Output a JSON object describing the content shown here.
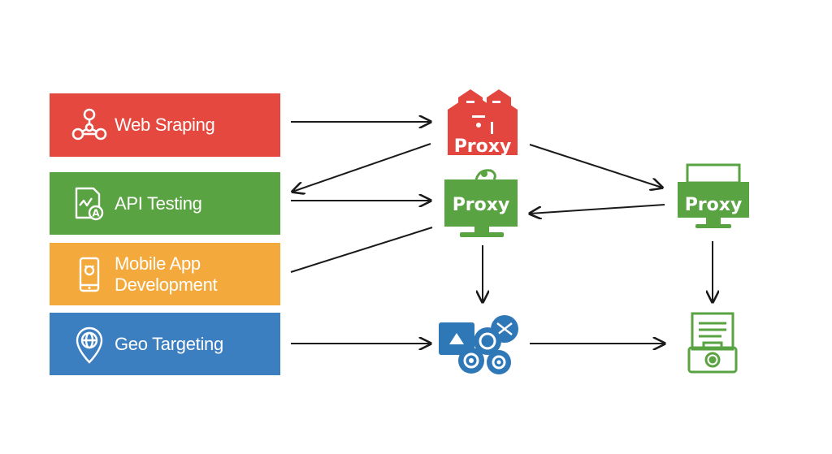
{
  "colors": {
    "red": "#e5483f",
    "green": "#5aa342",
    "orange": "#f3a93b",
    "blue": "#3c7fc0",
    "arrow": "#1a1a1a",
    "node_blue": "#2f78b8",
    "node_green": "#5aa342",
    "node_red": "#e3463e"
  },
  "use_cases": [
    {
      "id": "web",
      "label": "Web Sraping",
      "color": "#e5483f",
      "icon": "network-nodes-icon"
    },
    {
      "id": "api",
      "label": "API Testing",
      "color": "#5aa342",
      "icon": "document-check-icon"
    },
    {
      "id": "mobile",
      "label": "Mobile App\nDevelopment",
      "color": "#f3a93b",
      "icon": "smartphone-icon"
    },
    {
      "id": "geo",
      "label": "Geo Targeting",
      "color": "#3c7fc0",
      "icon": "globe-pin-icon"
    }
  ],
  "nodes": {
    "proxy_red": {
      "label": "Proxy",
      "icon": "proxy-servers-icon"
    },
    "proxy_green_center": {
      "label": "Proxy",
      "icon": "proxy-monitor-icon"
    },
    "proxy_green_right": {
      "label": "Proxy",
      "icon": "proxy-monitor-icon"
    },
    "media_cluster": {
      "icon": "camera-gears-icon"
    },
    "report": {
      "icon": "report-camera-icon"
    }
  }
}
